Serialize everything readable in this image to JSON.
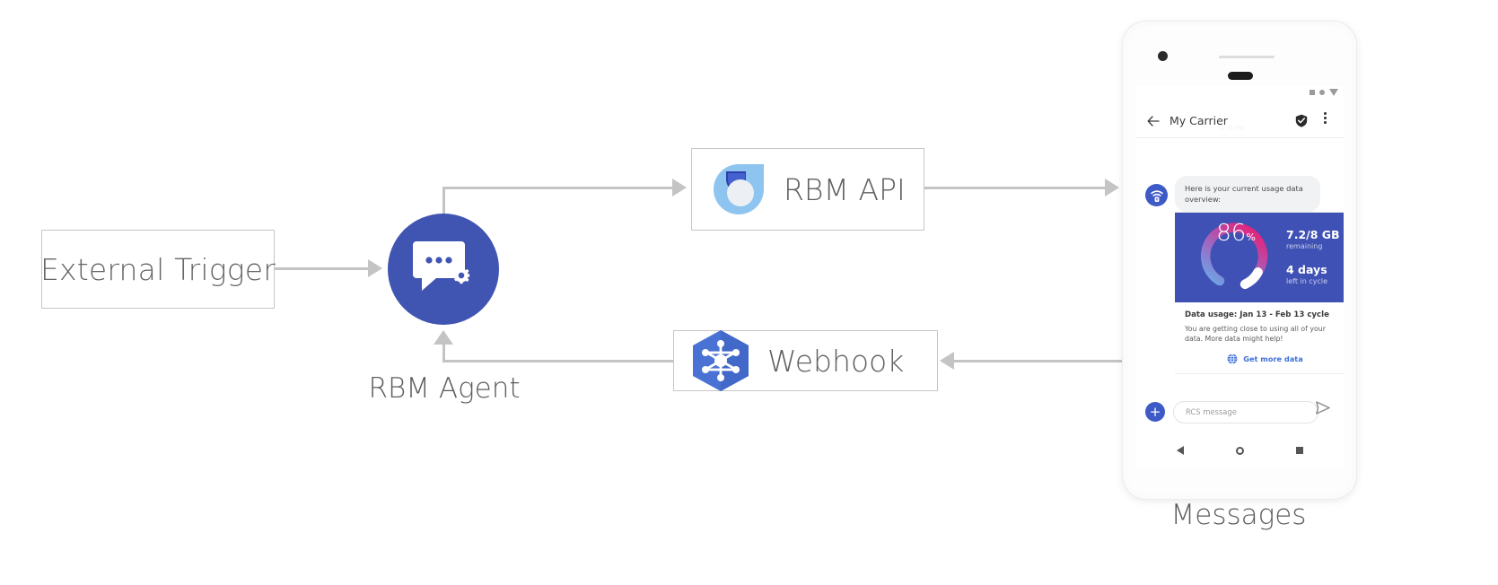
{
  "diagram": {
    "external_trigger": {
      "label": "External Trigger"
    },
    "agent": {
      "caption": "RBM Agent",
      "icon": "chat-gear-icon",
      "color": "#4054b2"
    },
    "rbm_api": {
      "label": "RBM API",
      "icon": "rbm-api-droplet-icon"
    },
    "webhook": {
      "label": "Webhook",
      "icon": "webhook-hexagon-icon",
      "color": "#4a72d4"
    },
    "device_caption": "Messages",
    "connector_color": "#c4c4c4"
  },
  "phone": {
    "statusbar": {
      "icons": [
        "square-icon",
        "circle-icon",
        "triangle-down-icon"
      ]
    },
    "appbar": {
      "back_icon": "arrow-left-icon",
      "title": "My Carrier",
      "verified_icon": "shield-check-icon",
      "overflow_icon": "more-vertical-icon",
      "time_ghost": "12:30 PM"
    },
    "conversation": {
      "avatar_icon": "carrier-wifi-icon",
      "bubble_text": "Here is your current usage data overview:"
    },
    "rich_card": {
      "gauge": {
        "percent": "86",
        "unit": "%",
        "value": 86
      },
      "stats": [
        {
          "big": "7.2/8 GB",
          "small": "remaining"
        },
        {
          "big": "4 days",
          "small": "left in cycle"
        }
      ],
      "title": "Data usage: Jan 13 - Feb 13 cycle",
      "description": "You are getting close to using all of your data. More data might help!",
      "action": {
        "icon": "globe-icon",
        "label": "Get more data",
        "color": "#3f6fd8"
      },
      "card_color": "#3f51b5"
    },
    "composer": {
      "plus_icon": "plus-icon",
      "placeholder": "RCS message",
      "send_icon": "send-icon"
    },
    "navbar": {
      "icons": [
        "nav-back-icon",
        "nav-home-icon",
        "nav-recent-icon"
      ]
    }
  }
}
